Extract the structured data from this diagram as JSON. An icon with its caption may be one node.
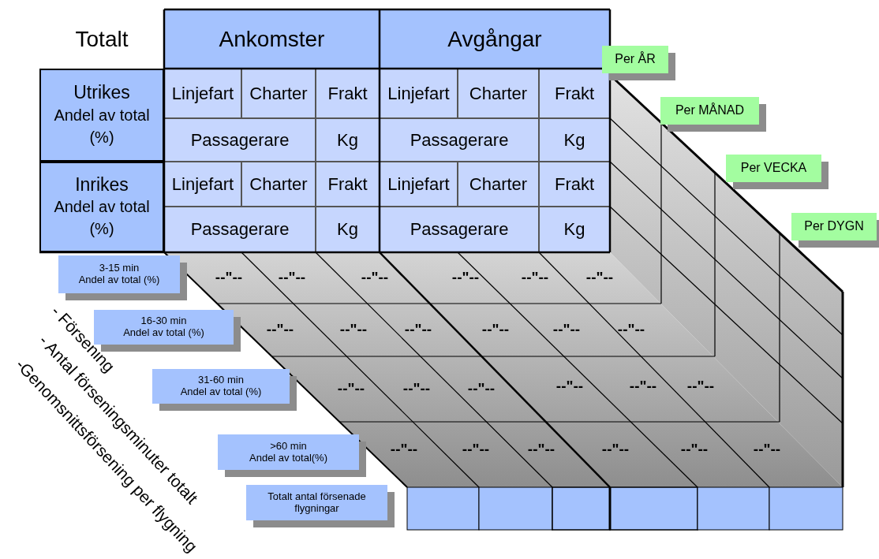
{
  "diagram": {
    "nodes": [
      {
        "text": [
          "Per ÅR"
        ]
      },
      {
        "text": [
          "Per MÅNAD"
        ]
      },
      {
        "text": [
          "Per VECKA"
        ]
      },
      {
        "text": [
          "Per DYGN"
        ]
      },
      {
        "text": [
          "3-15 min",
          "Andel av total (%)"
        ]
      },
      {
        "text": [
          "16-30 min",
          "Andel av total (%)"
        ]
      },
      {
        "text": [
          "31-60 min",
          "Andel av total (%)"
        ]
      },
      {
        "text": [
          ">60 min",
          "Andel av total(%)"
        ]
      },
      {
        "text": [
          "Totalt antal försenade flygningar"
        ]
      }
    ],
    "labels": [
      "Totalt",
      "Ankomster",
      "Avgångar",
      "Utrikes",
      "Andel av total (%)",
      "Linjefart",
      "Charter",
      "Frakt",
      "Linjefart",
      "Charter",
      "Frakt",
      "Passagerare",
      "Kg",
      "Passagerare",
      "Kg",
      "Inrikes",
      "Andel av total (%)",
      "Linjefart",
      "Charter",
      "Frakt",
      "Linjefart",
      "Charter",
      "Frakt",
      "Passagerare",
      "Kg",
      "Passagerare",
      "Kg",
      "--\"--",
      "--\"--",
      "--\"--",
      "--\"--",
      "--\"--",
      "--\"--",
      "--\"--",
      "--\"--",
      "--\"--",
      "--\"--",
      "--\"--",
      "--\"--",
      "--\"--",
      "--\"--",
      "--\"--",
      "--\"--",
      "--\"--",
      "--\"--",
      "--\"--",
      "--\"--",
      "--\"--",
      "--\"--",
      "--\"--",
      "--\"--",
      "- Försening",
      "- Antal förseningsminuter totalt",
      "-Genomsnittsförsening per flygning"
    ]
  }
}
